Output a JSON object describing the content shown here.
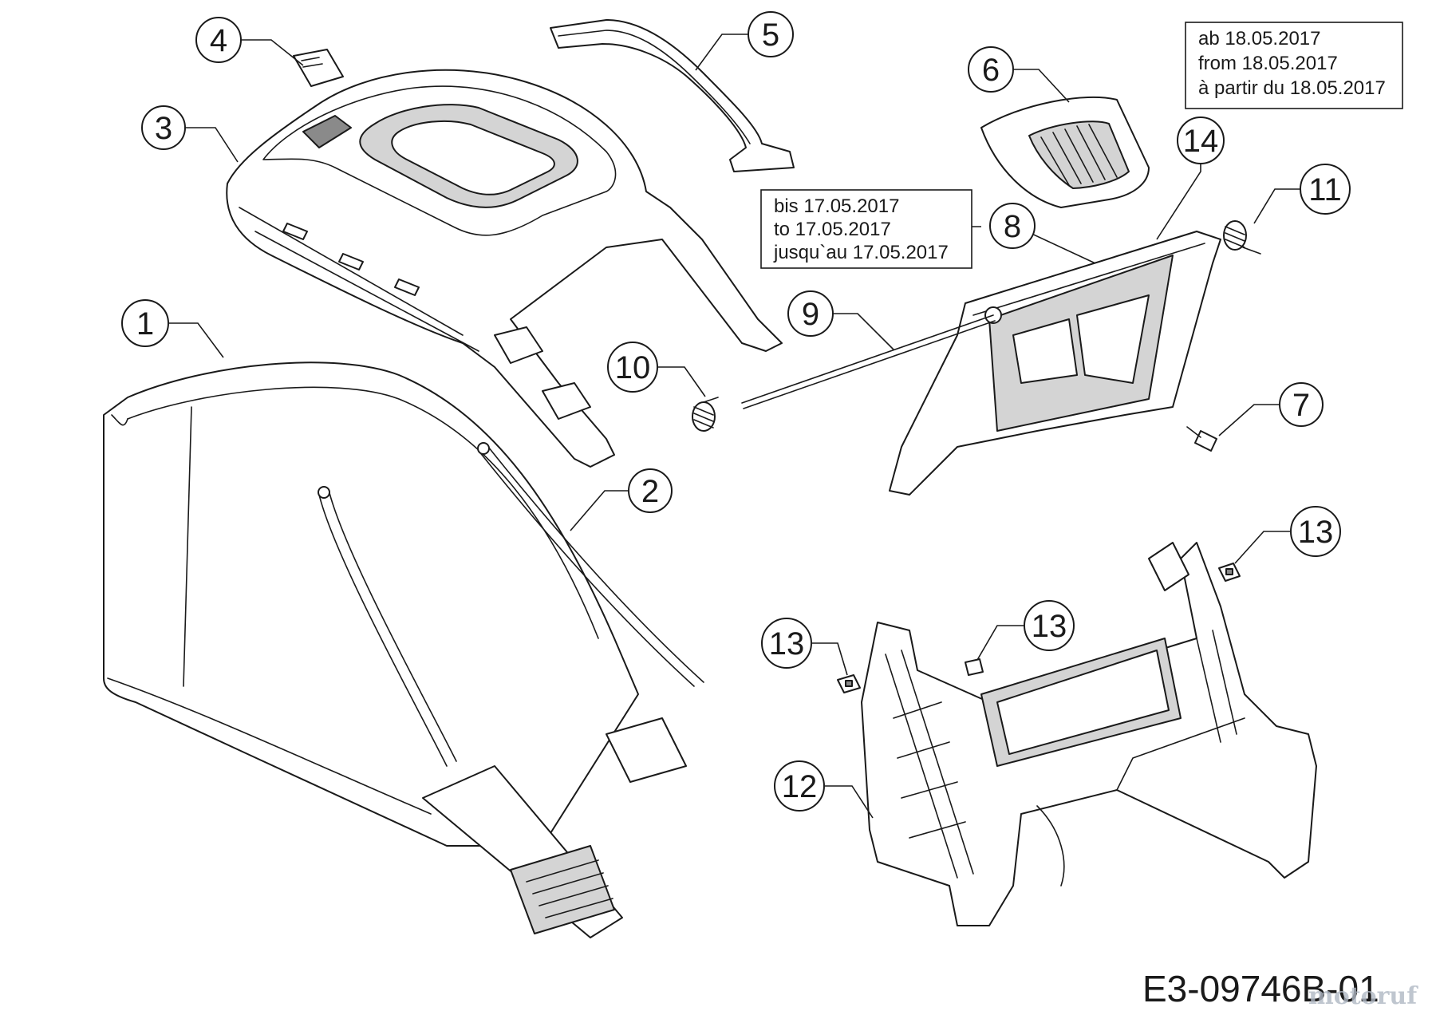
{
  "callouts": [
    "1",
    "2",
    "3",
    "4",
    "5",
    "6",
    "7",
    "8",
    "9",
    "10",
    "11",
    "12",
    "13",
    "13",
    "13",
    "14"
  ],
  "notes": {
    "until": [
      "bis 17.05.2017",
      "to 17.05.2017",
      "jusqu`au 17.05.2017"
    ],
    "from": [
      "ab 18.05.2017",
      "from 18.05.2017",
      "à partir du 18.05.2017"
    ]
  },
  "drawing_number": "E3-09746B-01",
  "watermark": "motoruf"
}
